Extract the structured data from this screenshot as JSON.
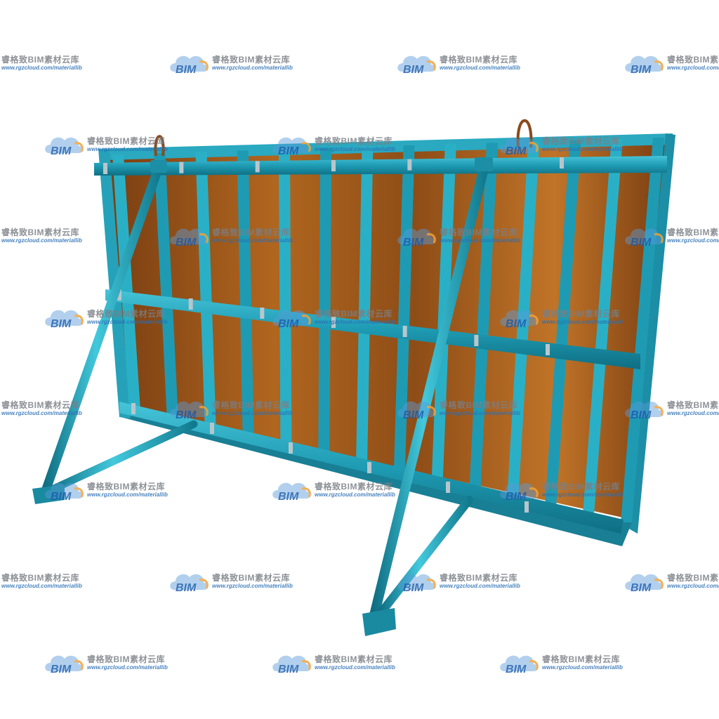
{
  "watermark": {
    "logo_text": "BIM",
    "brand": "睿格致BIM素材云库",
    "url": "www.rgzcloud.com/materiallib"
  },
  "colors": {
    "steel": "#1e9bb3",
    "steel_dark": "#147a8f",
    "steel_light": "#3cc3d8",
    "wood": "#a05a1c",
    "wood_dark": "#6e3a10",
    "hook": "#8a4a1c"
  }
}
